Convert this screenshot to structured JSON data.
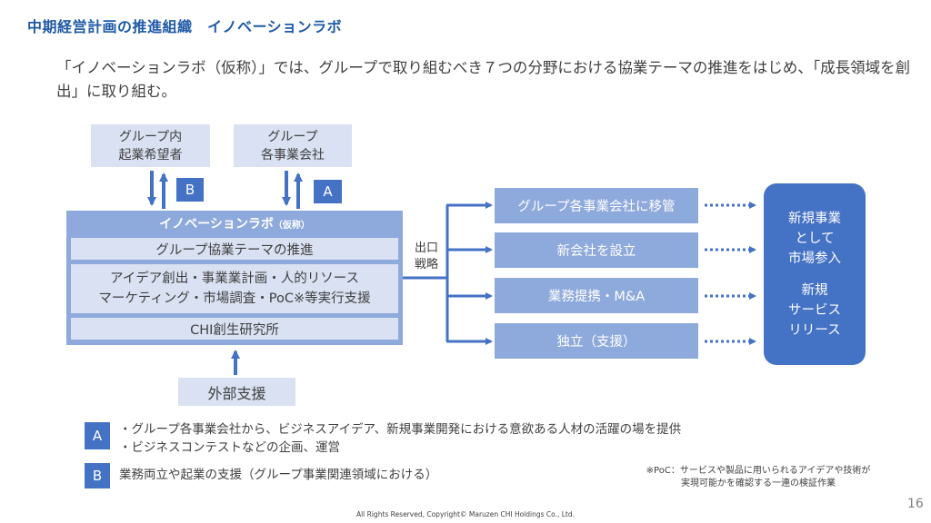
{
  "title": "中期経営計画の推進組織　イノベーションラボ",
  "intro": "「イノベーションラボ（仮称）」では、グループで取り組むべき７つの分野における協業テーマの推進をはじめ、「成長領域を創出」に取り組む。",
  "sources": {
    "left_line1": "グループ内",
    "left_line2": "起業希望者",
    "right_line1": "グループ",
    "right_line2": "各事業会社",
    "badge_left": "B",
    "badge_right": "A"
  },
  "lab": {
    "title": "イノベーションラボ",
    "title_suffix": "（仮称）",
    "row1": "グループ協業テーマの推進",
    "row2_line1": "アイデア創出・事業業計画・人的リソース",
    "row2_line2": "マーケティング・市場調査・PoC※等実行支援",
    "row3": "CHI創生研究所"
  },
  "external": "外部支援",
  "exit": {
    "line1": "出口",
    "line2": "戦略"
  },
  "outcomes": [
    "グループ各事業会社に移管",
    "新会社を設立",
    "業務提携・M&A",
    "独立（支援）"
  ],
  "result": {
    "top_lines": [
      "新規事業",
      "として",
      "市場参入"
    ],
    "bottom_lines": [
      "新規",
      "サービス",
      "リリース"
    ]
  },
  "legend": {
    "a_label": "A",
    "a_line1": "・グループ各事業会社から、ビジネスアイデア、新規事業開発における意欲ある人材の活躍の場を提供",
    "a_line2": "・ビジネスコンテストなどの企画、運営",
    "b_label": "B",
    "b_text": "業務両立や起業の支援（グループ事業関連領域における）"
  },
  "poc_note": {
    "line1": "※PoC：サービスや製品に用いられるアイデアや技術が",
    "line2": "実現可能かを確認する一連の検証作業"
  },
  "footer": "All Rights Reserved, Copyright© Maruzen CHI Holdings Co., Ltd.",
  "page_number": "16",
  "colors": {
    "title": "#1f5aa6",
    "light_box": "#d9e1f2",
    "mid_box": "#8ea9db",
    "dark": "#4472c4"
  }
}
